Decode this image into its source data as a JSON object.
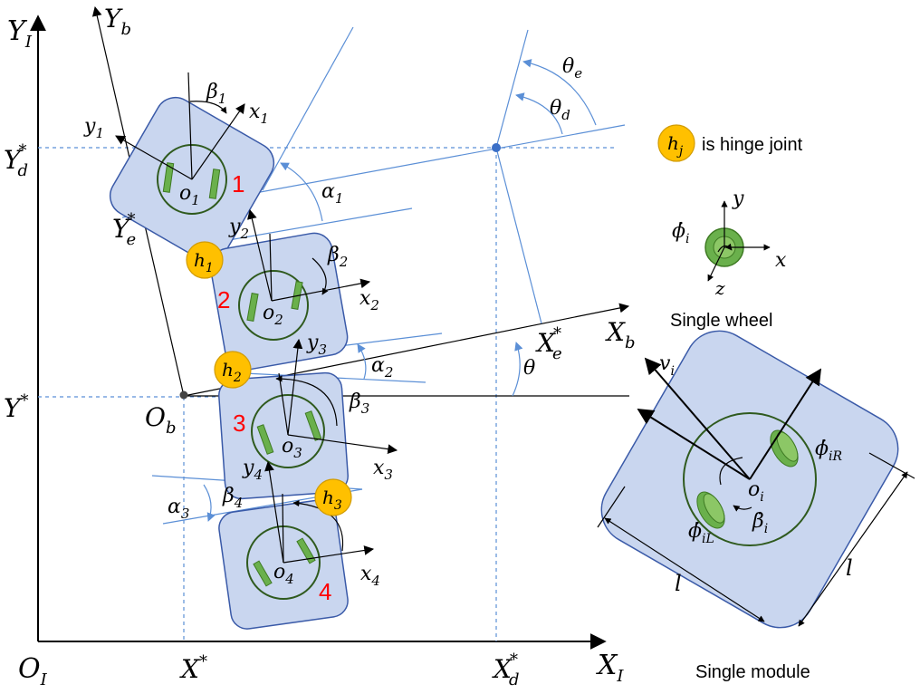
{
  "axes": {
    "inertial_x": "X",
    "inertial_x_sub": "I",
    "inertial_y": "Y",
    "inertial_y_sub": "I",
    "origin": "O",
    "origin_sub": "I",
    "body_x": "X",
    "body_x_sub": "b",
    "body_y": "Y",
    "body_y_sub": "b",
    "body_origin": "O",
    "body_origin_sub": "b"
  },
  "reference_labels": {
    "x_star": "X",
    "y_star": "Y",
    "xd_star": "X",
    "xd_sub": "d",
    "yd_star": "Y",
    "yd_sub": "d",
    "xe_star": "X",
    "xe_sub": "e",
    "ye_star": "Y",
    "ye_sub": "e",
    "star": "*"
  },
  "angles": {
    "theta": "θ",
    "theta_e": "θ",
    "theta_e_sub": "e",
    "theta_d": "θ",
    "theta_d_sub": "d"
  },
  "modules": [
    {
      "number": "1",
      "o": "o",
      "o_sub": "1",
      "x": "x",
      "x_sub": "1",
      "y": "y",
      "y_sub": "1",
      "alpha": "α",
      "alpha_sub": "1",
      "beta": "β",
      "beta_sub": "1"
    },
    {
      "number": "2",
      "o": "o",
      "o_sub": "2",
      "x": "x",
      "x_sub": "2",
      "y": "y",
      "y_sub": "2",
      "alpha": "α",
      "alpha_sub": "2",
      "beta": "β",
      "beta_sub": "2"
    },
    {
      "number": "3",
      "o": "o",
      "o_sub": "3",
      "x": "x",
      "x_sub": "3",
      "y": "y",
      "y_sub": "3",
      "alpha": "α",
      "alpha_sub": "3",
      "beta": "β",
      "beta_sub": "3"
    },
    {
      "number": "4",
      "o": "o",
      "o_sub": "4",
      "x": "x",
      "x_sub": "4",
      "y": "y",
      "y_sub": "4",
      "beta": "β",
      "beta_sub": "4"
    }
  ],
  "hinges": [
    {
      "h": "h",
      "sub": "1"
    },
    {
      "h": "h",
      "sub": "2"
    },
    {
      "h": "h",
      "sub": "3"
    }
  ],
  "legend": {
    "hinge_symbol": "h",
    "hinge_sub": "j",
    "hinge_text": "is hinge joint",
    "wheel_phi": "ϕ̇",
    "wheel_phi_sub": "i",
    "wheel_x": "x",
    "wheel_y": "y",
    "wheel_z": "z",
    "wheel_caption": "Single wheel",
    "module_caption": "Single module",
    "v": "v",
    "v_sub": "i",
    "o": "o",
    "o_sub": "i",
    "beta_dot": "β̇",
    "beta_dot_sub": "i",
    "phi_R": "ϕ̇",
    "phi_R_sub": "iR",
    "phi_L": "ϕ̇",
    "phi_L_sub": "iL",
    "l": "l"
  },
  "colors": {
    "module_fill": "#c9d6ef",
    "module_stroke": "#3a5aa8",
    "wheel_green": "#6ab04c",
    "hinge_yellow": "#ffc000",
    "guide_blue": "#5b8fd6",
    "module_number_red": "#ff0000"
  }
}
